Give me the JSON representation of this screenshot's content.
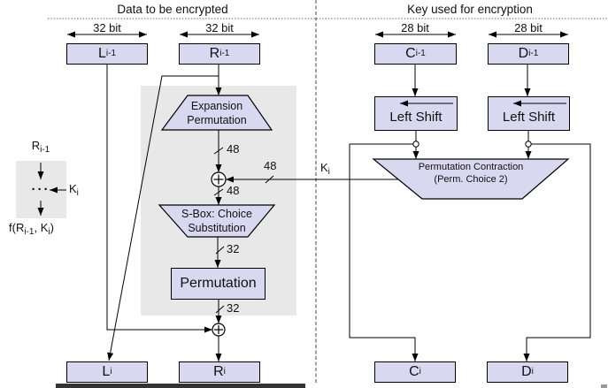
{
  "page": {
    "background": "#ffffff",
    "box_fill": "#d8d8f0",
    "panel_fill": "#e8e8e8",
    "line_color": "#000000"
  },
  "headers": {
    "left": "Data to be encrypted",
    "right": "Key used for encryption"
  },
  "bit_labels": {
    "l_prev": "32 bit",
    "r_prev": "32 bit",
    "c_prev": "28 bit",
    "d_prev": "28 bit"
  },
  "registers": {
    "l_prev": {
      "base": "L",
      "sub": "i-1"
    },
    "r_prev": {
      "base": "R",
      "sub": "i-1"
    },
    "c_prev": {
      "base": "C",
      "sub": "i-1"
    },
    "d_prev": {
      "base": "D",
      "sub": "i-1"
    },
    "l_next": {
      "base": "L",
      "sub": "i"
    },
    "r_next": {
      "base": "R",
      "sub": "i"
    },
    "c_next": {
      "base": "C",
      "sub": "i"
    },
    "d_next": {
      "base": "D",
      "sub": "i"
    }
  },
  "blocks": {
    "expansion": {
      "line1": "Expansion",
      "line2": "Permutation"
    },
    "sbox": {
      "line1": "S-Box: Choice",
      "line2": "Substitution"
    },
    "permutation": "Permutation",
    "left_shift_c": "Left Shift",
    "left_shift_d": "Left Shift",
    "perm_contraction": {
      "line1": "Permutation Contraction",
      "line2": "(Perm. Choice 2)"
    }
  },
  "wire_labels": {
    "expansion_out": "48",
    "subkey": "48",
    "xor_out": "48",
    "sbox_out": "32",
    "permutation_out": "32"
  },
  "key_label": {
    "base": "K",
    "sub": "i"
  },
  "legend": {
    "input": {
      "base": "R",
      "sub": "i-1"
    },
    "dots": "···",
    "key": {
      "base": "K",
      "sub": "i"
    },
    "output": {
      "p1": "f(R",
      "s1": "i-1",
      "p2": ", K",
      "s2": "i",
      "p3": ")"
    }
  }
}
